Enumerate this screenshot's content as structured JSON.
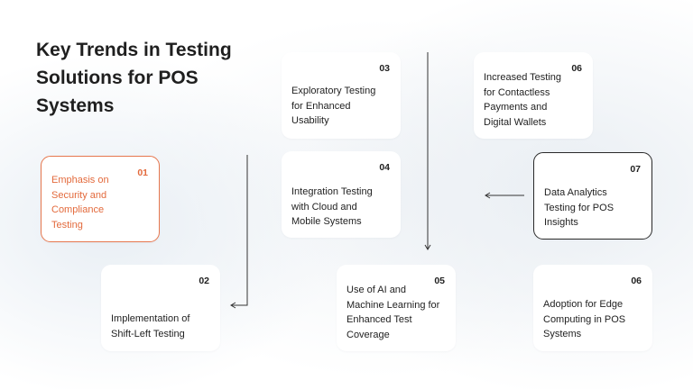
{
  "title": "Key Trends in Testing Solutions for POS Systems",
  "colors": {
    "accent": "#E36A3C",
    "text": "#1F1F1F",
    "card": "#FFFFFF"
  },
  "cards": [
    {
      "num": "01",
      "text": "Emphasis on Security and Compliance Testing"
    },
    {
      "num": "02",
      "text": "Implementation of Shift-Left Testing"
    },
    {
      "num": "03",
      "text": "Exploratory Testing for Enhanced Usability"
    },
    {
      "num": "04",
      "text": "Integration Testing with Cloud and Mobile Systems"
    },
    {
      "num": "05",
      "text": "Use of AI and Machine Learning for Enhanced Test Coverage"
    },
    {
      "num": "06",
      "text": "Increased Testing for Contactless Payments and Digital Wallets"
    },
    {
      "num": "06",
      "text": "Adoption for Edge Computing in POS Systems"
    },
    {
      "num": "07",
      "text": "Data Analytics Testing for POS Insights"
    }
  ]
}
